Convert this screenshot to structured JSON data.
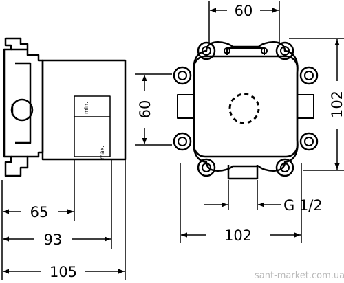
{
  "dimensions": {
    "top_width": "60",
    "right_height": "102",
    "front_height": "60",
    "bottom_width": "102",
    "thread": "G 1/2",
    "depth_65": "65",
    "depth_93": "93",
    "depth_105": "105"
  },
  "scale_labels": {
    "min": "min.",
    "max": "max."
  },
  "watermark": "sant-market.com.ua",
  "colors": {
    "line": "#000000",
    "background": "#ffffff",
    "watermark": "#b9b9b9"
  }
}
